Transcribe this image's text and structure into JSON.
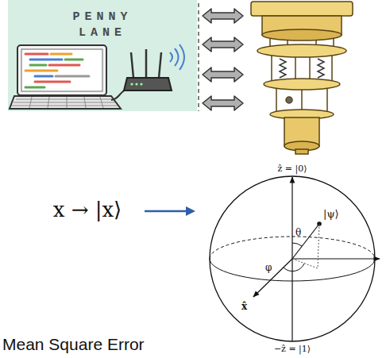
{
  "diagram": {
    "nodes": [
      {
        "text": [
          "PENNY LANE"
        ]
      }
    ],
    "labels": [
      "x → |x⟩",
      "ẑ = |0⟩",
      "|ψ⟩",
      "θ",
      "φ",
      "x̂",
      "−ẑ = |1⟩",
      "Mean Square Error"
    ]
  }
}
